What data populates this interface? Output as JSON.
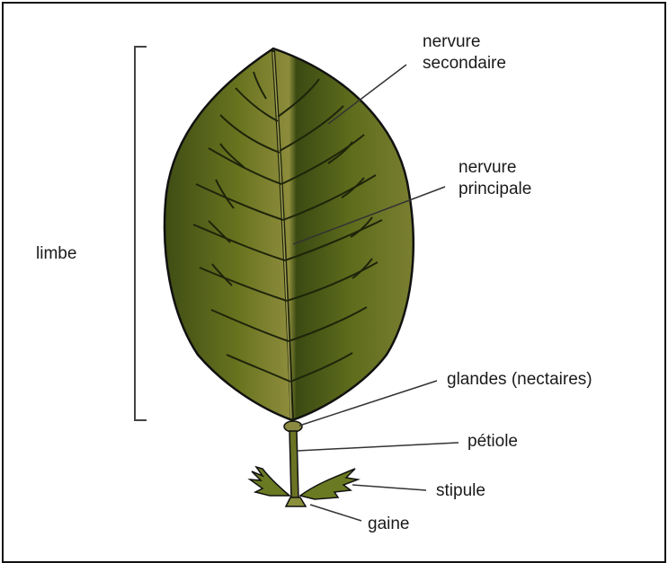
{
  "labels": {
    "nervure_secondaire_line1": "nervure",
    "nervure_secondaire_line2": "secondaire",
    "nervure_principale_line1": "nervure",
    "nervure_principale_line2": "principale",
    "limbe": "limbe",
    "glandes": "glandes (nectaires)",
    "petiole": "pétiole",
    "stipule": "stipule",
    "gaine": "gaine"
  },
  "colors": {
    "leaf_dark": "#3d4a14",
    "leaf_mid": "#6a7420",
    "leaf_light": "#8a8f3a",
    "vein": "#1e240a",
    "outline": "#111111",
    "midrib": "#9a9a55"
  }
}
